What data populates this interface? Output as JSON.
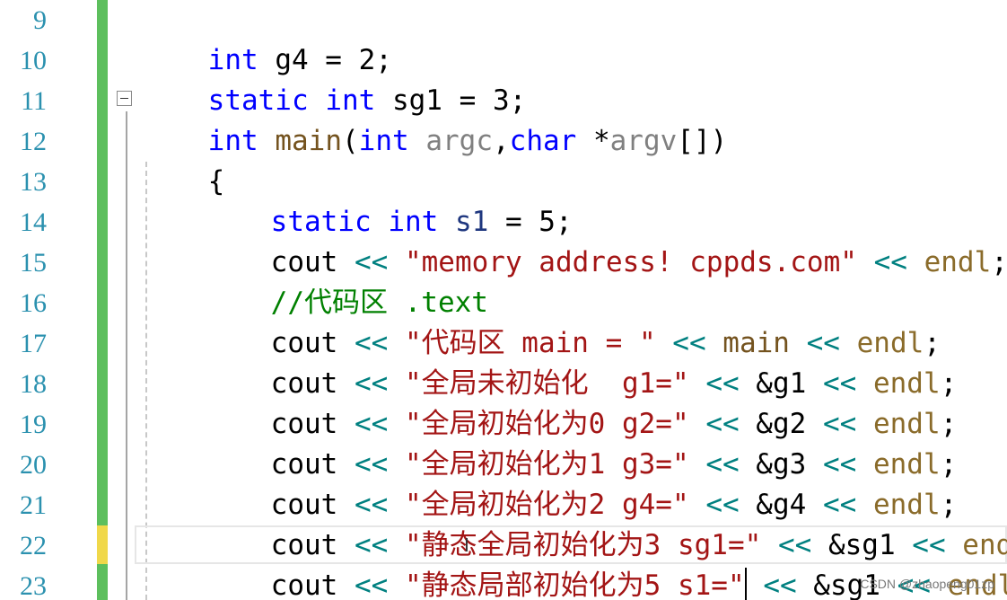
{
  "editor": {
    "line_numbers": [
      "9",
      "10",
      "11",
      "12",
      "13",
      "14",
      "15",
      "16",
      "17",
      "18",
      "19",
      "20",
      "21",
      "22",
      "23"
    ],
    "lines": {
      "l9": {
        "t1": "int",
        "t2": " g4 = 2;"
      },
      "l10": {
        "t1": "static",
        "t2": " ",
        "t3": "int",
        "t4": " sg1 = 3;"
      },
      "l11": {
        "t1": "int",
        "t2": " ",
        "t3": "main",
        "t4": "(",
        "t5": "int",
        "t6": " ",
        "t7": "argc",
        "t8": ",",
        "t9": "char",
        "t10": " *",
        "t11": "argv",
        "t12": "[])"
      },
      "l12": {
        "t1": "{"
      },
      "l13": {
        "t1": "static",
        "t2": " ",
        "t3": "int",
        "t4": " ",
        "t5": "s1",
        "t6": " = 5;"
      },
      "l14": {
        "t1": "cout",
        "t2": " ",
        "t3": "<<",
        "t4": " ",
        "t5": "\"memory address! cppds.com\"",
        "t6": " ",
        "t7": "<<",
        "t8": " ",
        "t9": "endl",
        "t10": ";"
      },
      "l15": {
        "t1": "//代码区 .text"
      },
      "l16": {
        "t1": "cout",
        "t2": " ",
        "t3": "<<",
        "t4": " ",
        "t5": "\"代码区 main = \"",
        "t6": " ",
        "t7": "<<",
        "t8": " ",
        "t9": "main",
        "t10": " ",
        "t11": "<<",
        "t12": " ",
        "t13": "endl",
        "t14": ";"
      },
      "l17": {
        "t1": "cout",
        "t2": " ",
        "t3": "<<",
        "t4": " ",
        "t5": "\"全局未初始化  g1=\"",
        "t6": " ",
        "t7": "<<",
        "t8": " &g1 ",
        "t9": "<<",
        "t10": " ",
        "t11": "endl",
        "t12": ";"
      },
      "l18": {
        "t1": "cout",
        "t2": " ",
        "t3": "<<",
        "t4": " ",
        "t5": "\"全局初始化为0 g2=\"",
        "t6": " ",
        "t7": "<<",
        "t8": " &g2 ",
        "t9": "<<",
        "t10": " ",
        "t11": "endl",
        "t12": ";"
      },
      "l19": {
        "t1": "cout",
        "t2": " ",
        "t3": "<<",
        "t4": " ",
        "t5": "\"全局初始化为1 g3=\"",
        "t6": " ",
        "t7": "<<",
        "t8": " &g3 ",
        "t9": "<<",
        "t10": " ",
        "t11": "endl",
        "t12": ";"
      },
      "l20": {
        "t1": "cout",
        "t2": " ",
        "t3": "<<",
        "t4": " ",
        "t5": "\"全局初始化为2 g4=\"",
        "t6": " ",
        "t7": "<<",
        "t8": " &g4 ",
        "t9": "<<",
        "t10": " ",
        "t11": "endl",
        "t12": ";"
      },
      "l21": {
        "t1": "cout",
        "t2": " ",
        "t3": "<<",
        "t4": " ",
        "t5": "\"静态全局初始化为3 sg1=\"",
        "t6": " ",
        "t7": "<<",
        "t8": " &sg1 ",
        "t9": "<<",
        "t10": " ",
        "t11": "endl",
        "t12": ";"
      },
      "l22": {
        "t1": "cout",
        "t2": " ",
        "t3": "<<",
        "t4": " ",
        "t5": "\"静态局部初始化为5 s1=\"",
        "t6": " ",
        "t7": "<<",
        "t8": " &sg1 ",
        "t9": "<<",
        "t10": " ",
        "t11": "endl",
        "t12": ";"
      }
    },
    "colors": {
      "keyword": "#0000ff",
      "function": "#74531f",
      "parameter": "#808080",
      "string": "#a31515",
      "operator": "#008080",
      "endl": "#8a6b2a",
      "comment": "#008000",
      "line_number": "#2b91af",
      "change_saved": "#5dbf5d",
      "change_unsaved": "#f0d84a"
    }
  },
  "watermark": {
    "text": "CSDN @zhaopeng01zp"
  }
}
